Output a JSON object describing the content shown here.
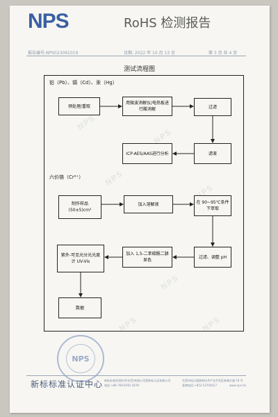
{
  "header": {
    "logo": "NPS",
    "title": "RoHS 检测报告",
    "report_no": "报告编号:NPS023091019",
    "date": "日期: 2022 年 10 月 13 日",
    "page": "第 3 页 共 4 页"
  },
  "section_heading": "测试流程图",
  "flow1": {
    "heading": "铅（Pb）、镉（Cd）、汞（Hg）",
    "steps": {
      "pretreat": "预处理/重取",
      "digest": "用微波消解仪/电热板进行酸消解",
      "filter": "过滤",
      "filtrate": "滤液",
      "icp": "ICP-AES/AAS进行分析"
    }
  },
  "flow2": {
    "heading": "六价铬（Cr⁶⁺）",
    "steps": {
      "sample": "制作样品(50±5)cm²",
      "solution": "加入溶解液",
      "extract": "在 90~95℃条件下萃取",
      "ph": "过滤、调整 pH",
      "color": "加入 1,5-二苯碳酰二肼显色",
      "uv": "紫外-可见光分光光度计 UV-Vis",
      "data": "数据"
    }
  },
  "footer": {
    "center_name": "新标标准认证中心",
    "seal_text": "NPS",
    "line1": "新标标准检测技术(东莞)有限公司是新标认证有限公司",
    "line2": "电话:+86-769-8781 5678",
    "line3": "东莞市松山湖高新技术产业开发区新城大道 18 号",
    "line4": "香港电话:+852-53700017",
    "line5": "www.nps.hk"
  },
  "watermark_text": "NPS"
}
